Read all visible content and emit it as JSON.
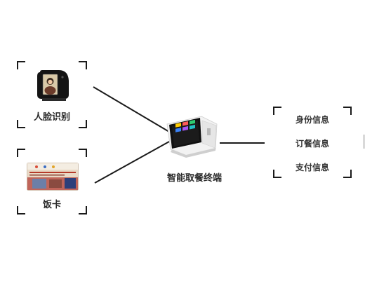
{
  "nodes": {
    "face_recognition": {
      "label": "人脸识别",
      "icon": "face-recognition-device-icon"
    },
    "meal_card": {
      "label": "饭卡",
      "icon": "meal-card-icon",
      "card_colors": [
        "#b53a2a",
        "#e9d9c6",
        "#2d3f7a"
      ]
    },
    "terminal": {
      "label": "智能取餐终端",
      "icon": "smart-meal-terminal-icon",
      "screen_colors": [
        "#ffcc00",
        "#ff5a5a",
        "#2ecc71",
        "#3b82f6",
        "#a855f7",
        "#22c1c3"
      ]
    }
  },
  "info_panel": {
    "items": [
      {
        "label": "身份信息"
      },
      {
        "label": "订餐信息"
      },
      {
        "label": "支付信息"
      }
    ]
  },
  "colors": {
    "line": "#1a1a1a",
    "bracket": "#1a1a1a",
    "text": "#2a2a2a"
  }
}
